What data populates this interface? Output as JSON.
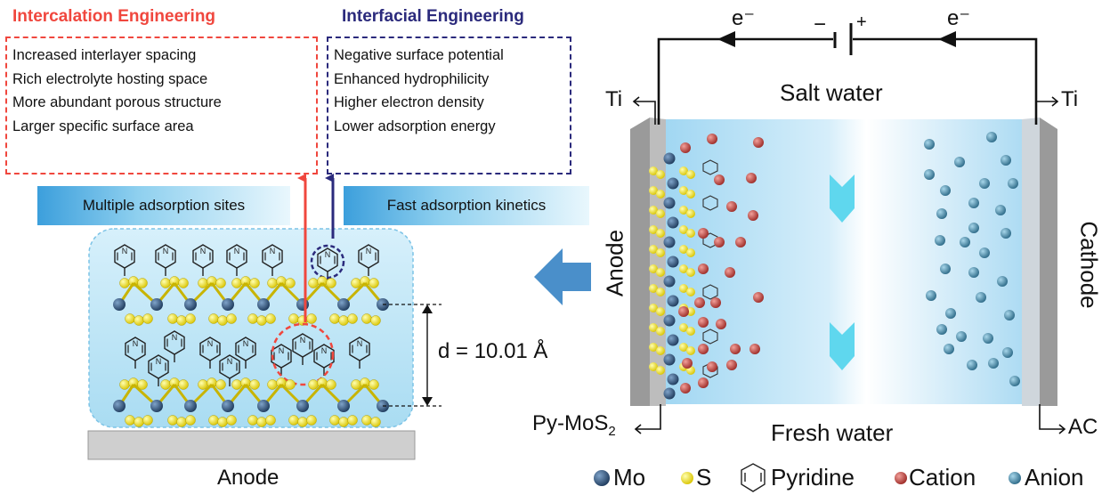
{
  "left_panel": {
    "intercalation": {
      "title": "Intercalation Engineering",
      "color": "#f0473e",
      "items": [
        "Increased interlayer spacing",
        "Rich electrolyte hosting space",
        "More abundant porous structure",
        "Larger specific surface area"
      ]
    },
    "interfacial": {
      "title": "Interfacial Engineering",
      "color": "#2b2a7c",
      "items": [
        "Negative surface potential",
        "Enhanced hydrophilicity",
        "Higher electron density",
        "Lower adsorption energy"
      ]
    },
    "label_sites": "Multiple adsorption sites",
    "label_kinetics": "Fast adsorption kinetics",
    "interlayer": "d = 10.01 Å",
    "anode_label": "Anode"
  },
  "right_panel": {
    "electron_left": "e⁻",
    "electron_right": "e⁻",
    "battery_minus": "−",
    "battery_plus": "+",
    "ti_left": "Ti",
    "ti_right": "Ti",
    "salt_water": "Salt water",
    "fresh_water": "Fresh water",
    "anode": "Anode",
    "cathode": "Cathode",
    "py_mos2_base": "Py-MoS",
    "py_mos2_sub": "2",
    "ac": "AC"
  },
  "legend": {
    "mo": "Mo",
    "s": "S",
    "pyridine": "Pyridine",
    "cation": "Cation",
    "anion": "Anion"
  },
  "colors": {
    "mo": "#2c4f78",
    "s": "#f2e21a",
    "cation": "#c8403c",
    "anion": "#3f86a8",
    "water": "#b9e0f4",
    "flow_arrow": "#5fd7ee",
    "big_arrow": "#4a8fca"
  }
}
